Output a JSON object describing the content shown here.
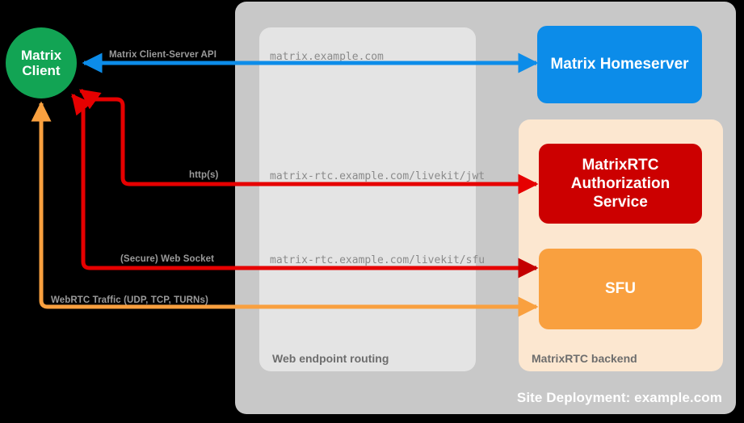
{
  "diagram": {
    "site_deployment_label": "Site Deployment: example.com",
    "client": {
      "line1": "Matrix",
      "line2": "Client"
    },
    "panels": {
      "web_endpoint_routing": {
        "label": "Web endpoint routing",
        "endpoints": [
          "matrix.example.com",
          "matrix-rtc.example.com/livekit/jwt",
          "matrix-rtc.example.com/livekit/sfu"
        ]
      },
      "matrixrtc_backend": {
        "label": "MatrixRTC backend"
      }
    },
    "nodes": {
      "homeserver": "Matrix Homeserver",
      "auth_service_line1": "MatrixRTC",
      "auth_service_line2": "Authorization",
      "auth_service_line3": "Service",
      "sfu": "SFU"
    },
    "connections": [
      {
        "name": "matrix-client-server-api",
        "label": "Matrix Client-Server API",
        "color": "#0c8ce9"
      },
      {
        "name": "http-s",
        "label": "http(s)",
        "color": "#e60000"
      },
      {
        "name": "secure-web-socket",
        "label": "(Secure) Web Socket",
        "color": "#e60000"
      },
      {
        "name": "webrtc-traffic",
        "label": "WebRTC Traffic (UDP, TCP, TURNs)",
        "color": "#f9a03f"
      }
    ],
    "colors": {
      "background": "#000000",
      "site_container": "#c8c8c8",
      "routing_panel": "#e4e4e4",
      "backend_panel": "#fce7d0",
      "client_green": "#12a454",
      "homeserver_blue": "#0c8ce9",
      "auth_red": "#cc0000",
      "sfu_orange": "#f9a03f",
      "label_gray": "#9a9a9a",
      "panel_label_gray": "#6d6d6d",
      "endpoint_text_gray": "#8a8a8a"
    }
  }
}
